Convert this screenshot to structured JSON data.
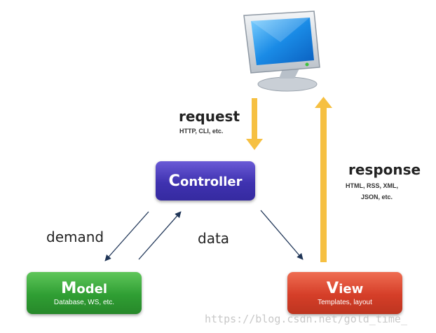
{
  "boxes": {
    "controller": {
      "first_letter": "C",
      "rest": "ontroller"
    },
    "model": {
      "first_letter": "M",
      "rest": "odel",
      "subtitle": "Database, WS, etc."
    },
    "view": {
      "first_letter": "V",
      "rest": "iew",
      "subtitle": "Templates, layout"
    }
  },
  "labels": {
    "request": "request",
    "request_sub": "HTTP, CLI, etc.",
    "response": "response",
    "response_sub_1": "HTML, RSS, XML,",
    "response_sub_2": "JSON, etc.",
    "demand": "demand",
    "data": "data"
  },
  "watermark": "https://blog.csdn.net/gold_time_",
  "colors": {
    "controller": "#4a3dc0",
    "model": "#34a83a",
    "view": "#d9452c",
    "flow_arrow": "#f6c042",
    "thin_arrow": "#1f3557"
  },
  "icons": {
    "client": "computer-monitor-icon"
  }
}
